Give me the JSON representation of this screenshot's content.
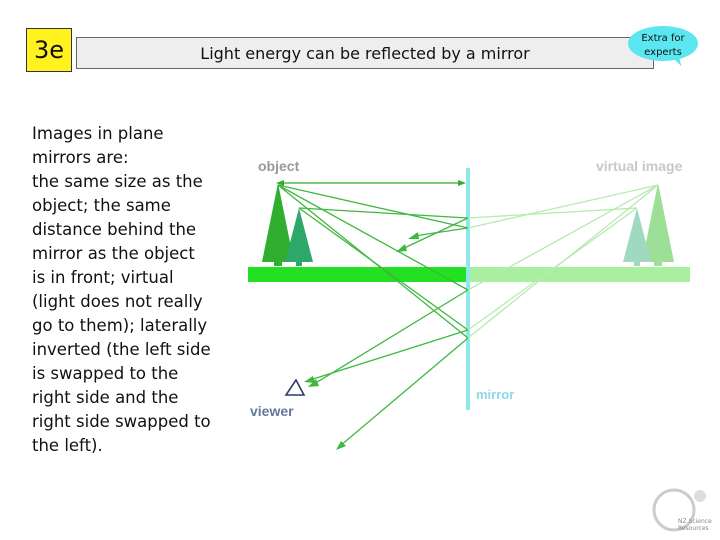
{
  "header": {
    "badge": "3e",
    "title": "Light energy can be reflected by a mirror",
    "extra_line1": "Extra for",
    "extra_line2": "experts"
  },
  "body": {
    "heading": "Images in plane mirrors are:",
    "points": "the same size as the object; the same distance behind the mirror as the object is in front; virtual (light does not really go to them); laterally inverted (the left side is swapped to the right side and the right side swapped to the left)."
  },
  "diagram": {
    "label_object": "object",
    "label_virtual": "virtual image",
    "label_mirror": "mirror",
    "label_viewer": "viewer"
  },
  "logo": {
    "line1": "NZ Science",
    "line2": "Resources"
  },
  "colors": {
    "badge_bg": "#fff21f",
    "bubble": "#5ce6f0",
    "mirror": "#8fe8ee",
    "ray": "#3fb83f",
    "ground": "#23e023",
    "label_gray": "#999999"
  }
}
